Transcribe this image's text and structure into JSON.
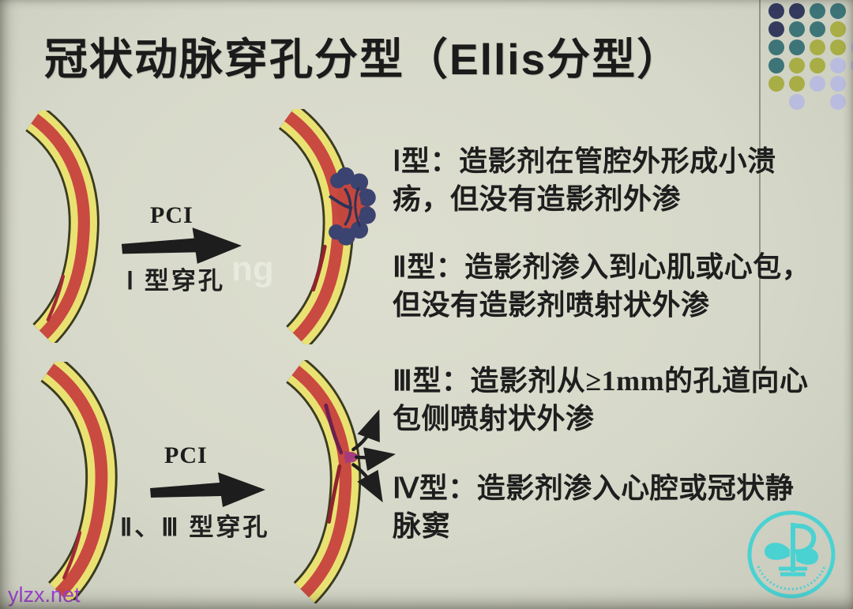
{
  "slide": {
    "title": "冠状动脉穿孔分型（Ellis分型）",
    "corner_watermark": "ylzx.net",
    "faint_watermark": "ng"
  },
  "diagrams": {
    "top": {
      "arrow_label": "PCI",
      "caption": "Ⅰ 型穿孔"
    },
    "bottom": {
      "arrow_label": "PCI",
      "caption": "Ⅱ、Ⅲ 型穿孔"
    }
  },
  "classification": [
    {
      "text": "Ⅰ型：造影剂在管腔外形成小溃\n疡，但没有造影剂外渗"
    },
    {
      "text": "Ⅱ型：造影剂渗入到心肌或心包，\n但没有造影剂喷射状外渗"
    },
    {
      "text": "Ⅲ型：造影剂从≥1mm的孔道向心\n包侧喷射状外渗"
    },
    {
      "text": "Ⅳ型：造影剂渗入心腔或冠状静\n脉窦"
    }
  ],
  "colors": {
    "artery_wall": "#e9e273",
    "artery_outline": "#3b3b20",
    "artery_lumen": "#c94a40",
    "perforation_blob_navy": "#3b4370",
    "pci_arrow_black": "#1d1d1d",
    "logo_cyan": "#4ad2d2",
    "watermark_purple": "#9c3fd2"
  },
  "dots_decoration": {
    "palette": {
      "navy": "#333a5e",
      "teal": "#3c7478",
      "olive": "#a8ad45",
      "lavender": "#b9bcdf"
    },
    "rows": [
      [
        "navy",
        "navy",
        "teal",
        "teal",
        null
      ],
      [
        "navy",
        "teal",
        "teal",
        "olive",
        null
      ],
      [
        "teal",
        "teal",
        "olive",
        "olive",
        "lavender"
      ],
      [
        "teal",
        "olive",
        "olive",
        "lavender",
        "lavender"
      ],
      [
        "olive",
        "olive",
        "lavender",
        "lavender",
        null
      ],
      [
        null,
        "lavender",
        null,
        "lavender",
        null
      ]
    ]
  }
}
